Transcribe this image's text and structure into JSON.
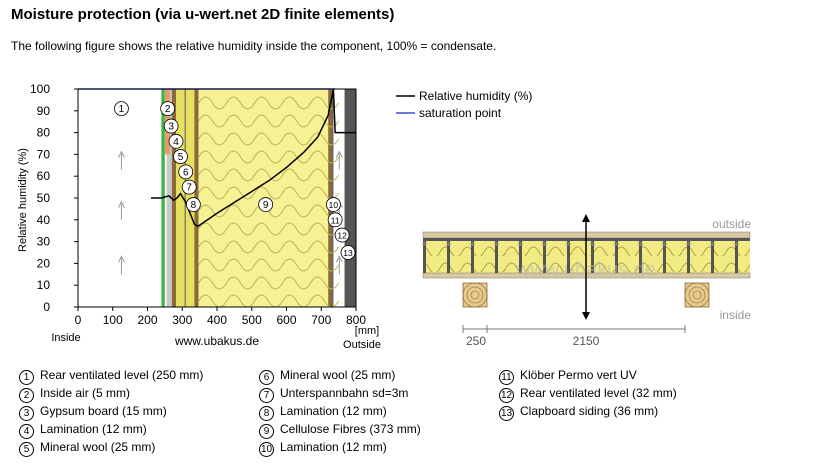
{
  "page": {
    "title": "Moisture protection (via u-wert.net 2D finite elements)",
    "intro": "The following figure shows the relative humidity inside the component, 100% = condensate."
  },
  "chart_data": {
    "type": "line",
    "title": "",
    "ylabel": "Relative humidity (%)",
    "xlabel": "[mm]",
    "x_label_inside": "Inside",
    "x_label_outside": "Outside",
    "watermark": "www.ubakus.de",
    "xlim": [
      0,
      800
    ],
    "ylim": [
      0,
      100
    ],
    "xticks": [
      0,
      100,
      200,
      300,
      400,
      500,
      600,
      700,
      800
    ],
    "yticks": [
      0,
      10,
      20,
      30,
      40,
      50,
      60,
      70,
      80,
      90,
      100
    ],
    "grid": false,
    "legend_position": "right",
    "series": [
      {
        "name": "Relative humidity (%)",
        "color": "#000000",
        "x": [
          210,
          240,
          262,
          275,
          285,
          295,
          310,
          335,
          345,
          400,
          450,
          500,
          550,
          600,
          650,
          690,
          720,
          735,
          740,
          800
        ],
        "y": [
          50,
          50,
          51,
          49,
          50,
          52,
          48,
          38,
          37,
          43,
          48,
          53,
          58,
          64,
          71,
          78,
          88,
          100,
          80,
          80
        ]
      },
      {
        "name": "saturation point",
        "color": "#3c4bdc",
        "x": [
          0,
          740
        ],
        "y": [
          100,
          100
        ]
      }
    ],
    "layers": [
      {
        "x0": 0,
        "x1": 250,
        "color": "#ffffff",
        "label": "1"
      },
      {
        "x0": 240,
        "x1": 250,
        "color": "#3ab54a",
        "label": ""
      },
      {
        "x0": 250,
        "x1": 255,
        "color": "#ffffff",
        "label": "2"
      },
      {
        "x0": 255,
        "x1": 270,
        "color": "#c8c8c8",
        "label": "3"
      },
      {
        "x0": 270,
        "x1": 282,
        "color": "#8a6a3a",
        "label": "4"
      },
      {
        "x0": 282,
        "x1": 307,
        "color": "#e8e060",
        "label": "5"
      },
      {
        "x0": 307,
        "x1": 310,
        "color": "#404040",
        "label": "7"
      },
      {
        "x0": 310,
        "x1": 335,
        "color": "#e8e060",
        "label": "6"
      },
      {
        "x0": 335,
        "x1": 347,
        "color": "#8a6a3a",
        "label": "8"
      },
      {
        "x0": 347,
        "x1": 720,
        "color": "#f6f293",
        "label": "9"
      },
      {
        "x0": 720,
        "x1": 732,
        "color": "#8a6a3a",
        "label": "10"
      },
      {
        "x0": 732,
        "x1": 735,
        "color": "#404040",
        "label": "11"
      },
      {
        "x0": 735,
        "x1": 767,
        "color": "#ffffff",
        "label": "12"
      },
      {
        "x0": 767,
        "x1": 803,
        "color": "#555555",
        "label": "13"
      }
    ]
  },
  "diagram": {
    "label_outside": "outside",
    "label_inside": "inside",
    "dim_left": "250",
    "dim_right": "2150",
    "watermark": "www.ubakus.de"
  },
  "layers_legend": {
    "col1": [
      {
        "n": "1",
        "text": "Rear ventilated level (250 mm)"
      },
      {
        "n": "2",
        "text": "Inside air (5 mm)"
      },
      {
        "n": "3",
        "text": "Gypsum board (15 mm)"
      },
      {
        "n": "4",
        "text": "Lamination (12 mm)"
      },
      {
        "n": "5",
        "text": "Mineral wool (25 mm)"
      }
    ],
    "col2": [
      {
        "n": "6",
        "text": "Mineral wool (25 mm)"
      },
      {
        "n": "7",
        "text": "Unterspannbahn sd=3m"
      },
      {
        "n": "8",
        "text": "Lamination (12 mm)"
      },
      {
        "n": "9",
        "text": "Cellulose Fibres (373 mm)"
      },
      {
        "n": "10",
        "text": "Lamination (12 mm)"
      }
    ],
    "col3": [
      {
        "n": "11",
        "text": "Klöber Permo vert UV"
      },
      {
        "n": "12",
        "text": "Rear ventilated level (32 mm)"
      },
      {
        "n": "13",
        "text": "Clapboard siding (36 mm)"
      }
    ]
  }
}
